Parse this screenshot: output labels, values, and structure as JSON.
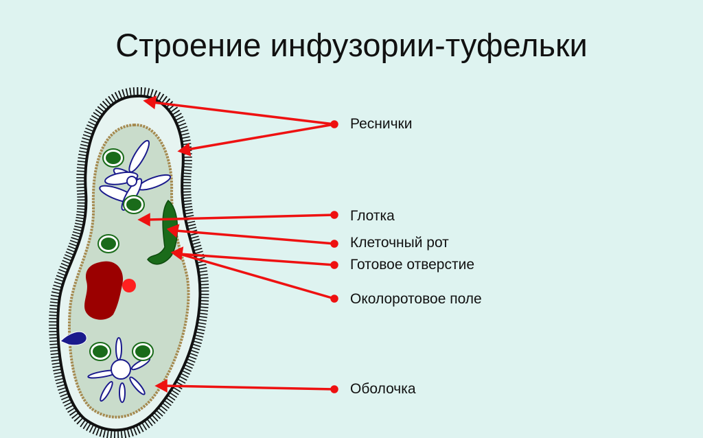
{
  "title": "Строение инфузории-туфельки",
  "labels": {
    "cilia": "Реснички",
    "pharynx": "Глотка",
    "cell_mouth": "Клеточный рот",
    "anal_pore": "Готовое отверстие",
    "peristome": "Околоротовое поле",
    "pellicle": "Оболочка"
  },
  "colors": {
    "background": "#def3f0",
    "arrow": "#ee1111",
    "cytoplasm": "#c9dccb",
    "macronucleus": "#9b0000",
    "micronucleus": "#ff2020",
    "vacuole": "#1a6b1a",
    "contractile_vacuole": "#1a1a8c"
  }
}
